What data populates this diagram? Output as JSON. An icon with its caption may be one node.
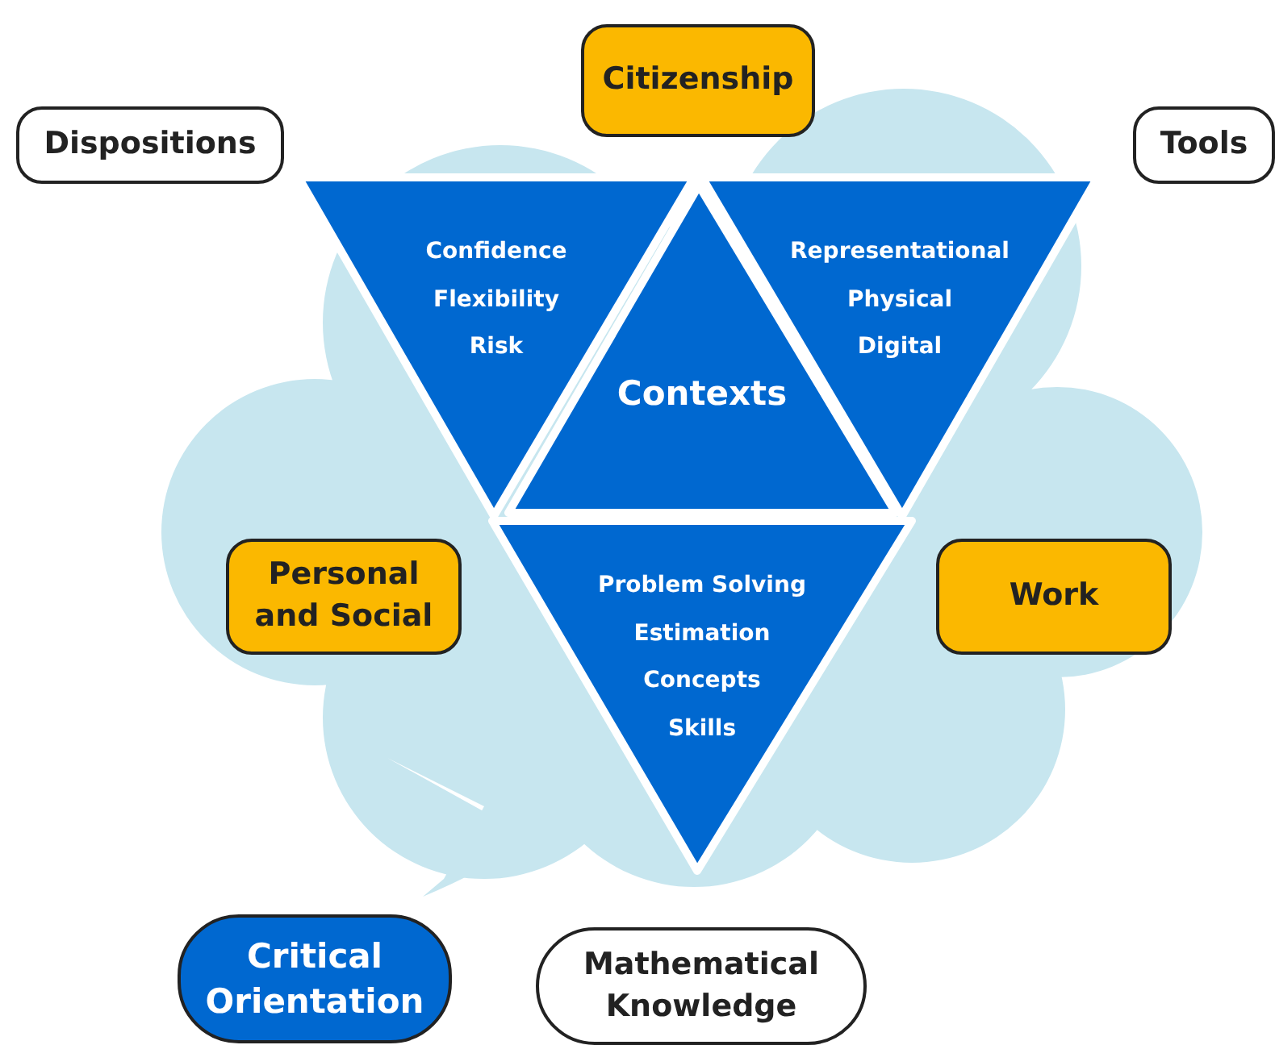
{
  "diagram": {
    "nodes": [
      {
        "text": [
          "Citizenship"
        ]
      },
      {
        "text": [
          "Dispositions"
        ]
      },
      {
        "text": [
          "Tools"
        ]
      },
      {
        "text": [
          "Confidence",
          "Flexibility",
          "Risk"
        ]
      },
      {
        "text": [
          "Representational",
          "Physical",
          "Digital"
        ]
      },
      {
        "text": [
          "Contexts"
        ]
      },
      {
        "text": [
          "Personal and Social"
        ]
      },
      {
        "text": [
          "Work"
        ]
      },
      {
        "text": [
          "Problem Solving",
          "Estimation",
          "Concepts",
          "Skills"
        ]
      },
      {
        "text": [
          "Critical Orientation"
        ]
      },
      {
        "text": [
          "Mathematical Knowledge"
        ]
      }
    ],
    "edges": []
  }
}
